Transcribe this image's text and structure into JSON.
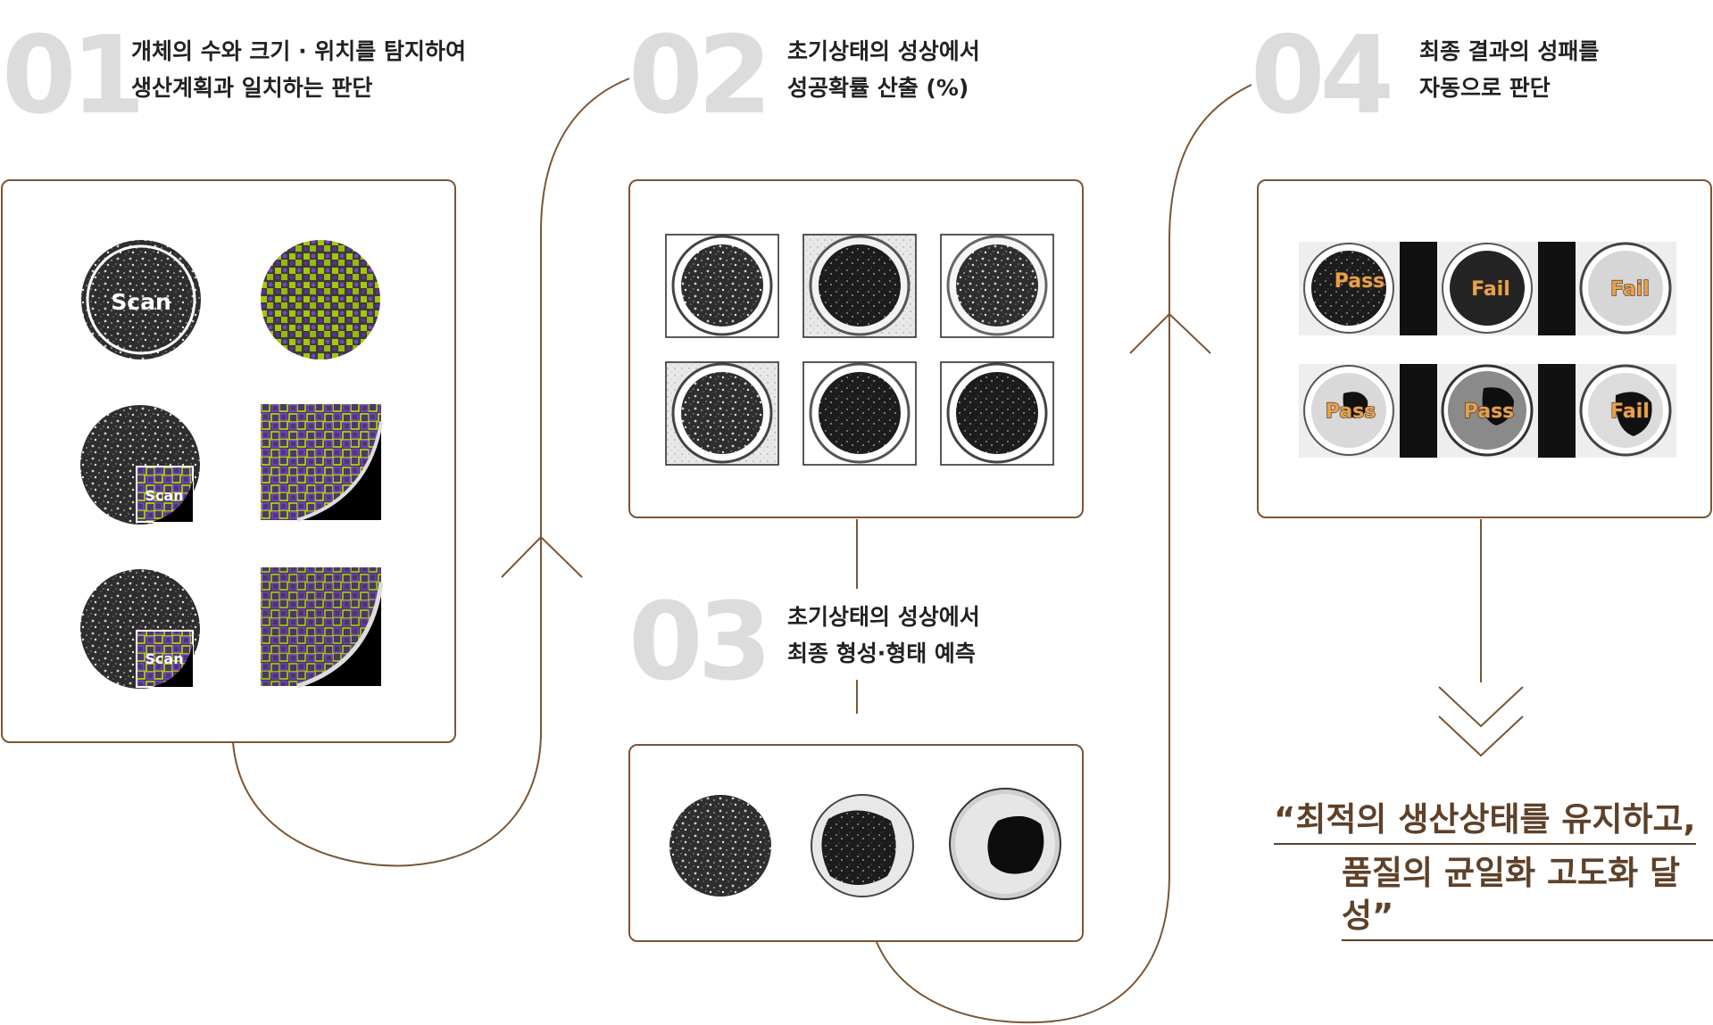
{
  "steps": [
    {
      "number": "01",
      "line1": "개체의 수와 크기 · 위치를 탐지하여",
      "line2": "생산계획과 일치하는 판단"
    },
    {
      "number": "02",
      "line1": "초기상태의 성상에서",
      "line2": "성공확률 산출 (%)"
    },
    {
      "number": "03",
      "line1": "초기상태의 성상에서",
      "line2": "최종 형성·형태 예측"
    },
    {
      "number": "04",
      "line1": "최종 결과의 성패를",
      "line2": "자동으로 판단"
    }
  ],
  "scan_labels": [
    "Scan",
    "Scan",
    "Scan"
  ],
  "results": {
    "row1": [
      "Pass",
      "Fail",
      "Fail"
    ],
    "row2": [
      "Pass",
      "Pass",
      "Fail"
    ]
  },
  "conclusion": {
    "line1": "“최적의 생산상태를 유지하고,",
    "line2": "품질의 균일화 고도화 달성”"
  },
  "colors": {
    "line": "#7a5634",
    "number": "#dcdcdc",
    "accent_text": "#5e4128",
    "scan_green": "#b7e000",
    "scan_purple": "#7a3fd0",
    "result_label": "#e8a04c"
  }
}
